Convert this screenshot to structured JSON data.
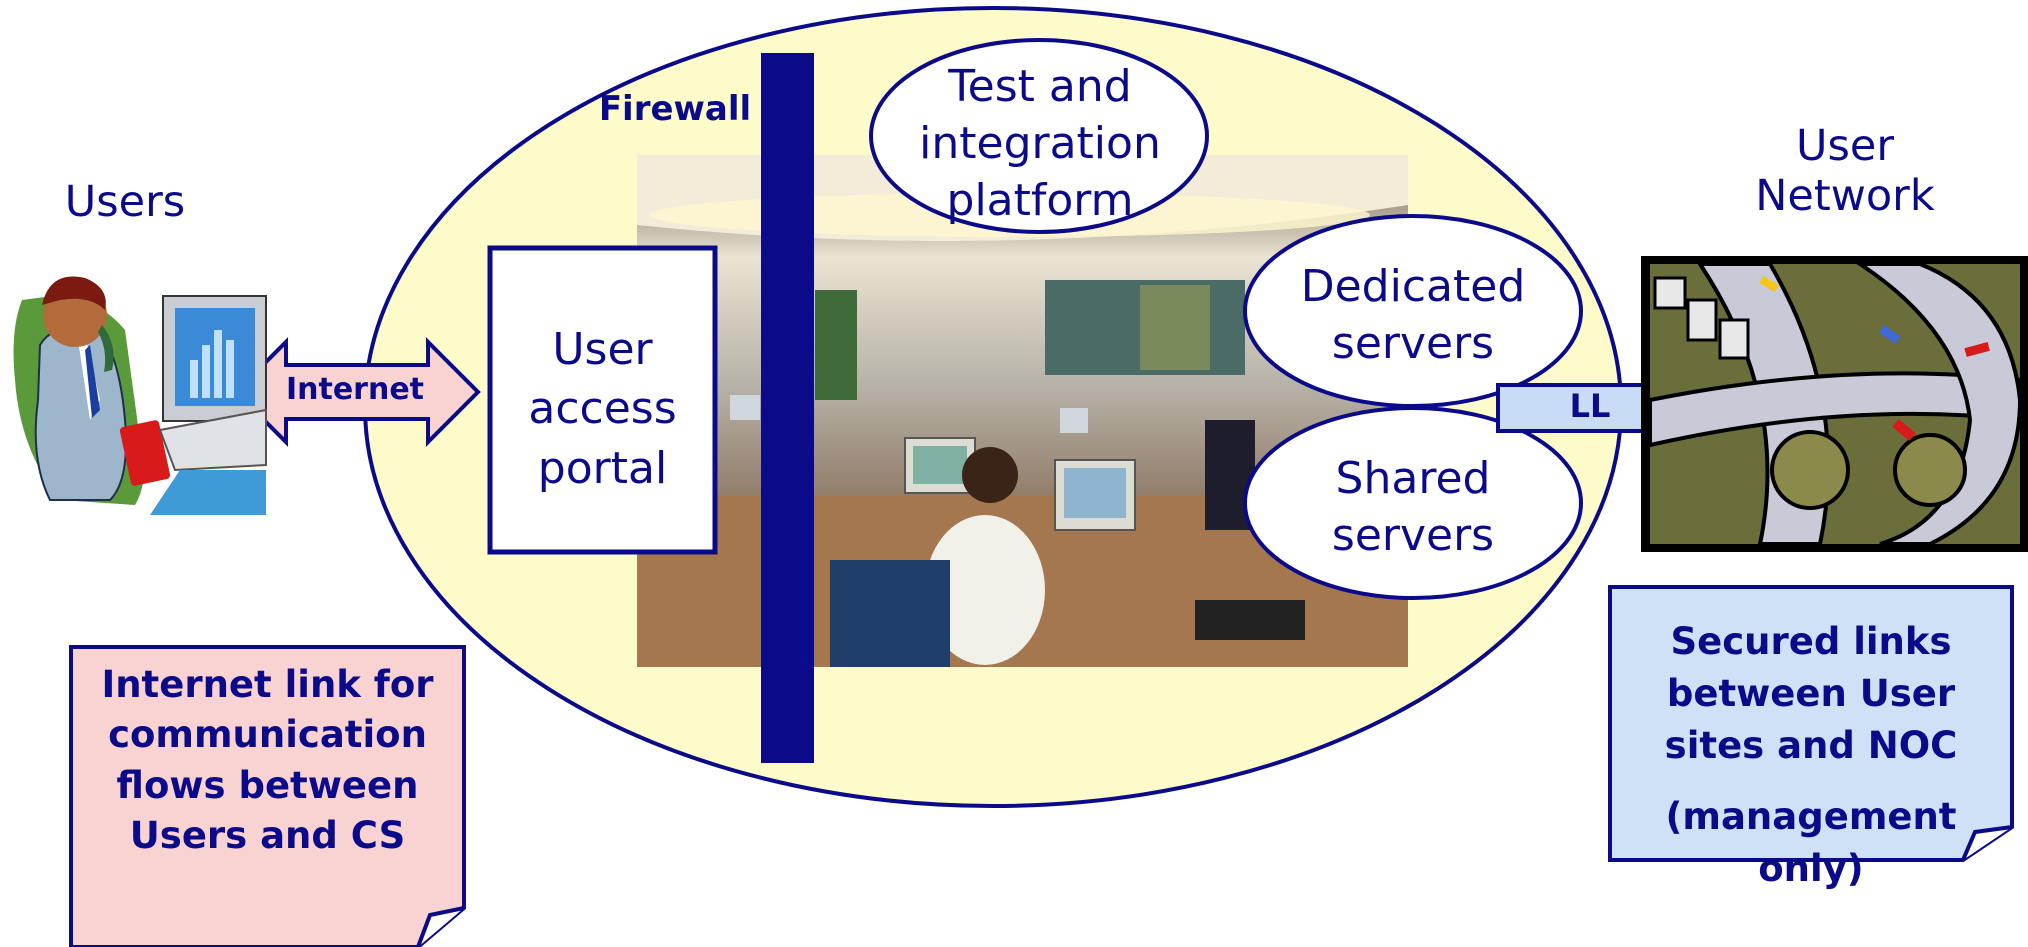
{
  "labels": {
    "users": "Users",
    "user_network_line1": "User",
    "user_network_line2": "Network",
    "firewall": "Firewall",
    "internet": "Internet",
    "ll": "LL",
    "test_platform_line1": "Test and",
    "test_platform_line2": "integration",
    "test_platform_line3": "platform",
    "dedicated_line1": "Dedicated",
    "dedicated_line2": "servers",
    "shared_line1": "Shared",
    "shared_line2": "servers",
    "portal_line1": "User",
    "portal_line2": "access",
    "portal_line3": "portal"
  },
  "notes": {
    "internet_link": [
      "Internet link for",
      "communication",
      "flows between",
      "Users and CS"
    ],
    "secured_links": [
      "Secured links",
      "between User",
      "sites and NOC",
      "(management only)"
    ]
  },
  "colors": {
    "navy": "#0b0b8a",
    "ellipse_fill": "#fdfbc9",
    "pink_note": "#f9d2d2",
    "blue_note": "#cfe1f7",
    "ll_arrow": "#c8dcf5"
  }
}
